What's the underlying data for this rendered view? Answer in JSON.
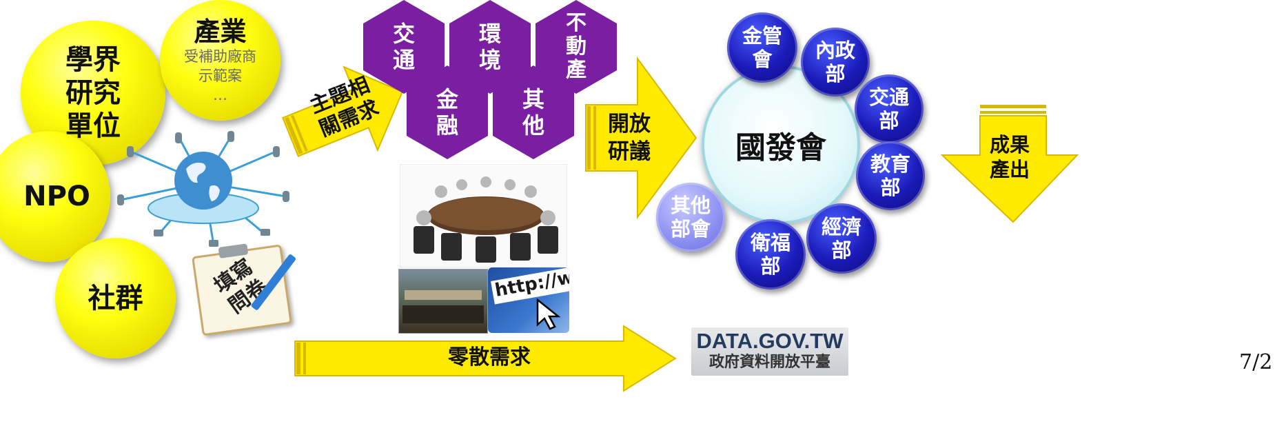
{
  "bubbles": {
    "academia": "學界\n研究\n單位",
    "industry_title": "產業",
    "industry_sub": "受補助廠商\n示範案\n…",
    "npo": "NPO",
    "community": "社群"
  },
  "survey_label": "填寫\n問卷",
  "theme_arrow_label": "主題相\n關需求",
  "topics": [
    "交\n通",
    "環\n境",
    "不\n動\n產",
    "金\n融",
    "其\n他"
  ],
  "open_forum_label": "開放\n研議",
  "center_org": "國發會",
  "agencies": [
    "金管\n會",
    "內政\n部",
    "交通\n部",
    "教育\n部",
    "經濟\n部",
    "衛福\n部",
    "其他\n部會"
  ],
  "results_label": "成果\n產出",
  "scattered_label": "零散需求",
  "web_text": "http://www",
  "data_gov_title": "DATA.GOV.TW",
  "data_gov_sub": "政府資料開放平臺",
  "page_number": "7/2",
  "colors": {
    "yellow": "#ffff10",
    "purple": "#7a1fa2",
    "navy": "#1a1ab8",
    "lavender": "#8f93f3",
    "pale_cyan": "#d9f5f7"
  }
}
